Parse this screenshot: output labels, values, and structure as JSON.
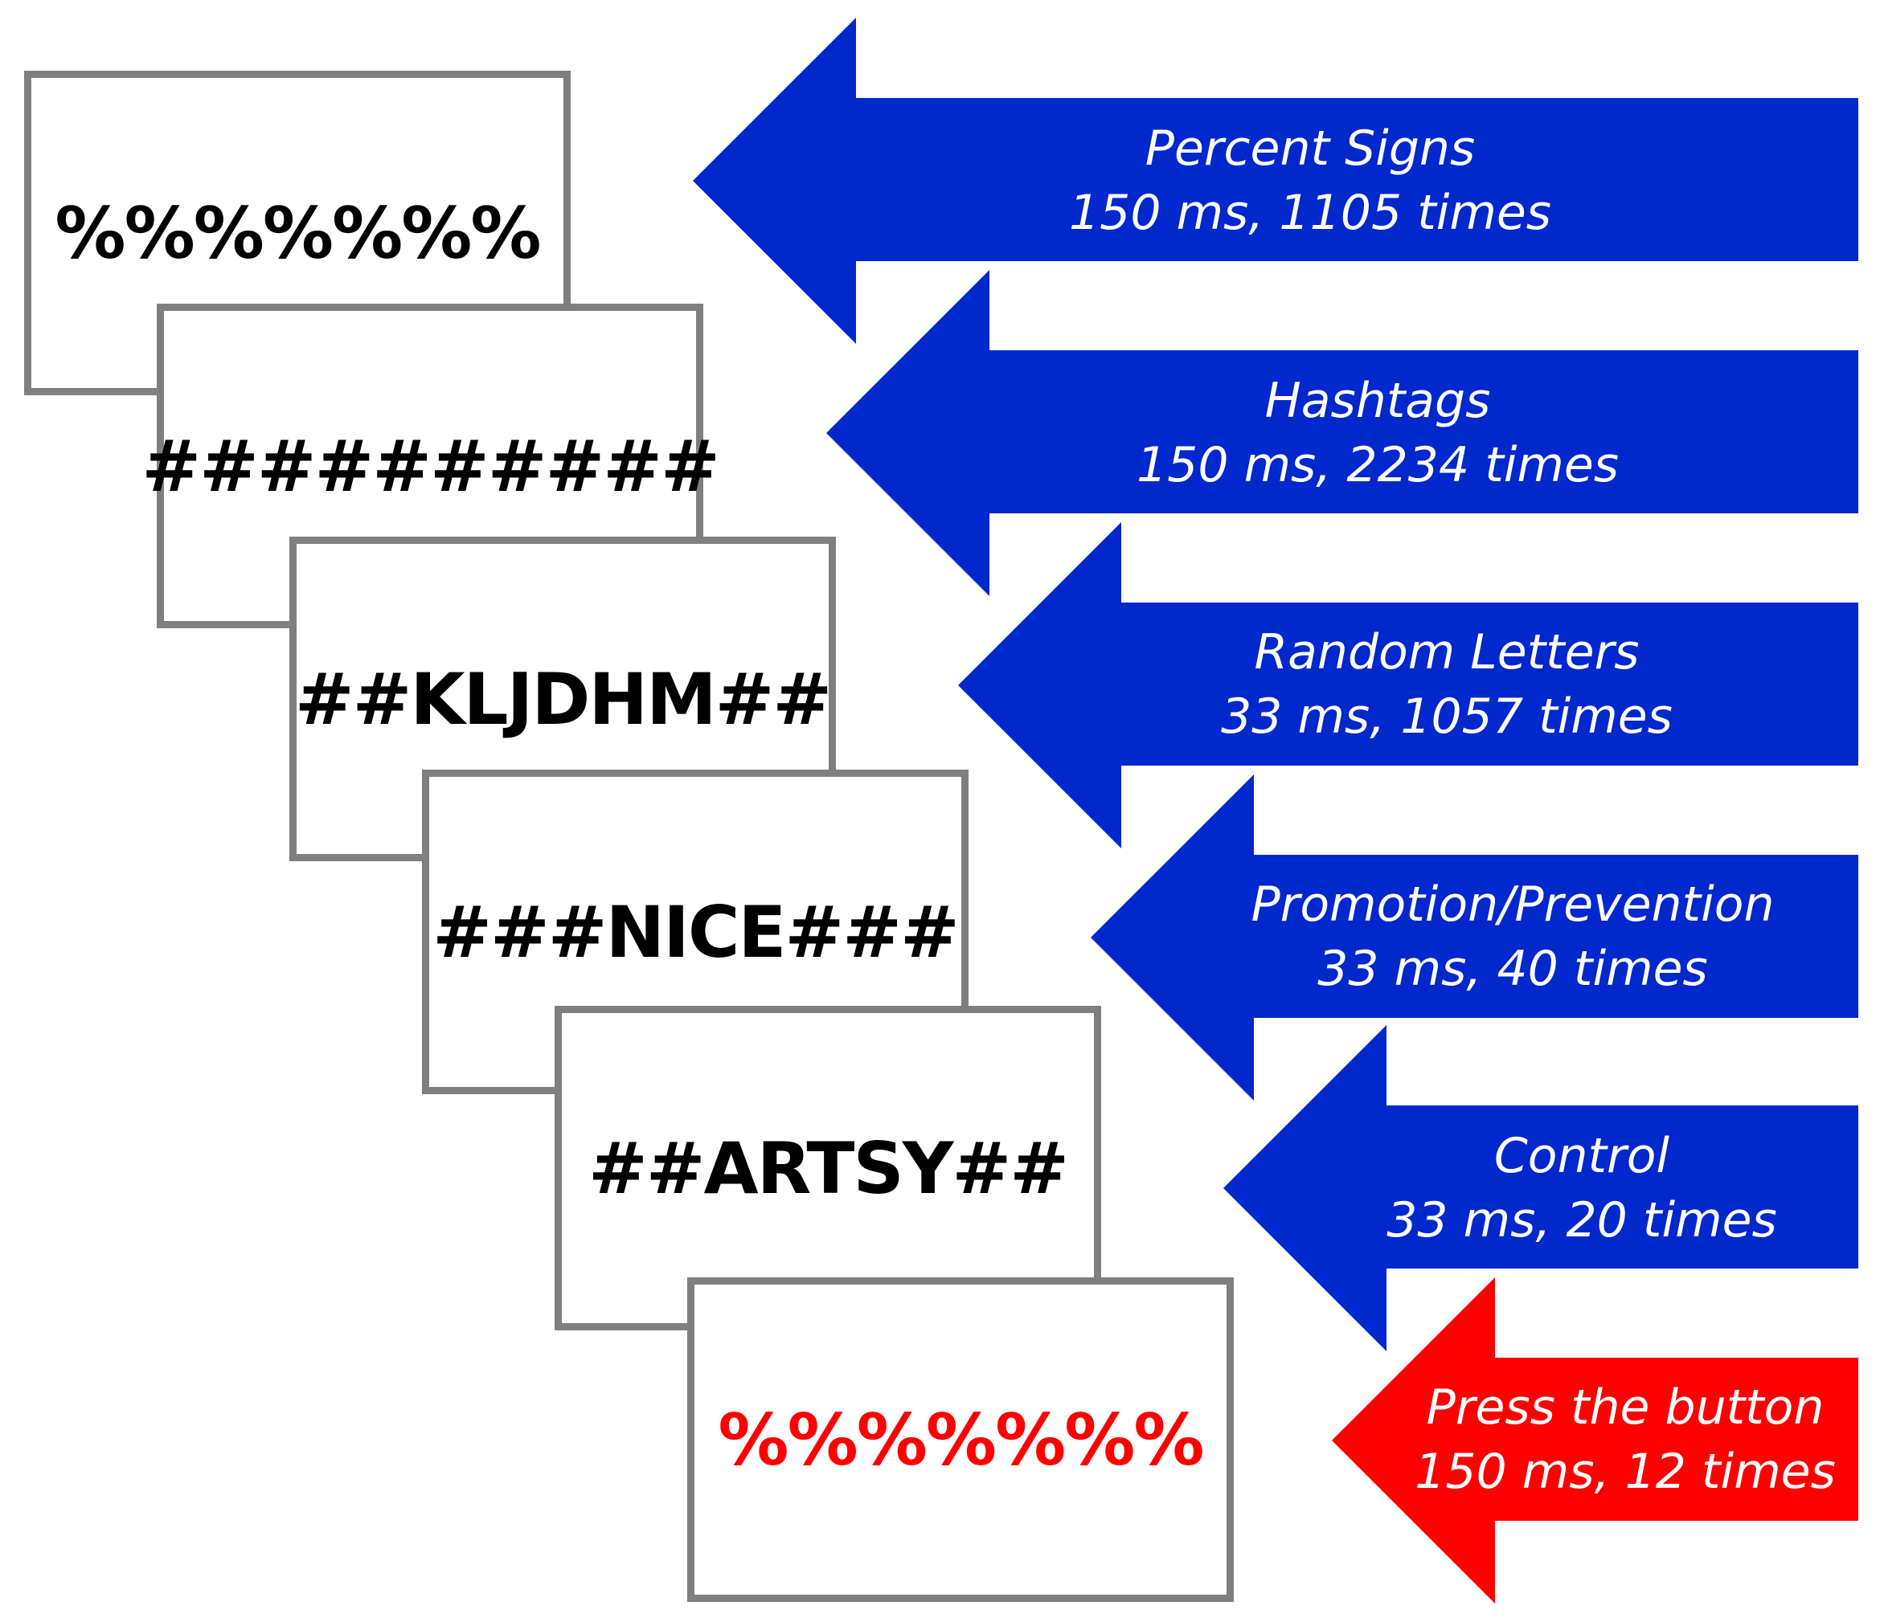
{
  "colors": {
    "arrow_blue": "#0128CC",
    "arrow_red": "#FF0000",
    "screen_border": "#7F7F7F",
    "text_black": "#000000",
    "text_red": "#FF0000"
  },
  "arrows": [
    {
      "name": "Percent Signs",
      "detail": "150 ms, 1105 times",
      "color": "blue"
    },
    {
      "name": "Hashtags",
      "detail": "150 ms, 2234 times",
      "color": "blue"
    },
    {
      "name": "Random Letters",
      "detail": "33 ms, 1057 times",
      "color": "blue"
    },
    {
      "name": "Promotion/Prevention",
      "detail": "33 ms, 40 times",
      "color": "blue"
    },
    {
      "name": "Control",
      "detail": "33 ms, 20 times",
      "color": "blue"
    },
    {
      "name": "Press the button",
      "detail": "150 ms, 12 times",
      "color": "red"
    }
  ],
  "screens": [
    {
      "text": "%%%%%%%",
      "color": "black"
    },
    {
      "text": "##########",
      "color": "black"
    },
    {
      "text": "##KLJDHM##",
      "color": "black"
    },
    {
      "text": "###NICE###",
      "color": "black"
    },
    {
      "text": "##ARTSY##",
      "color": "black"
    },
    {
      "text": "%%%%%%%",
      "color": "red"
    }
  ]
}
